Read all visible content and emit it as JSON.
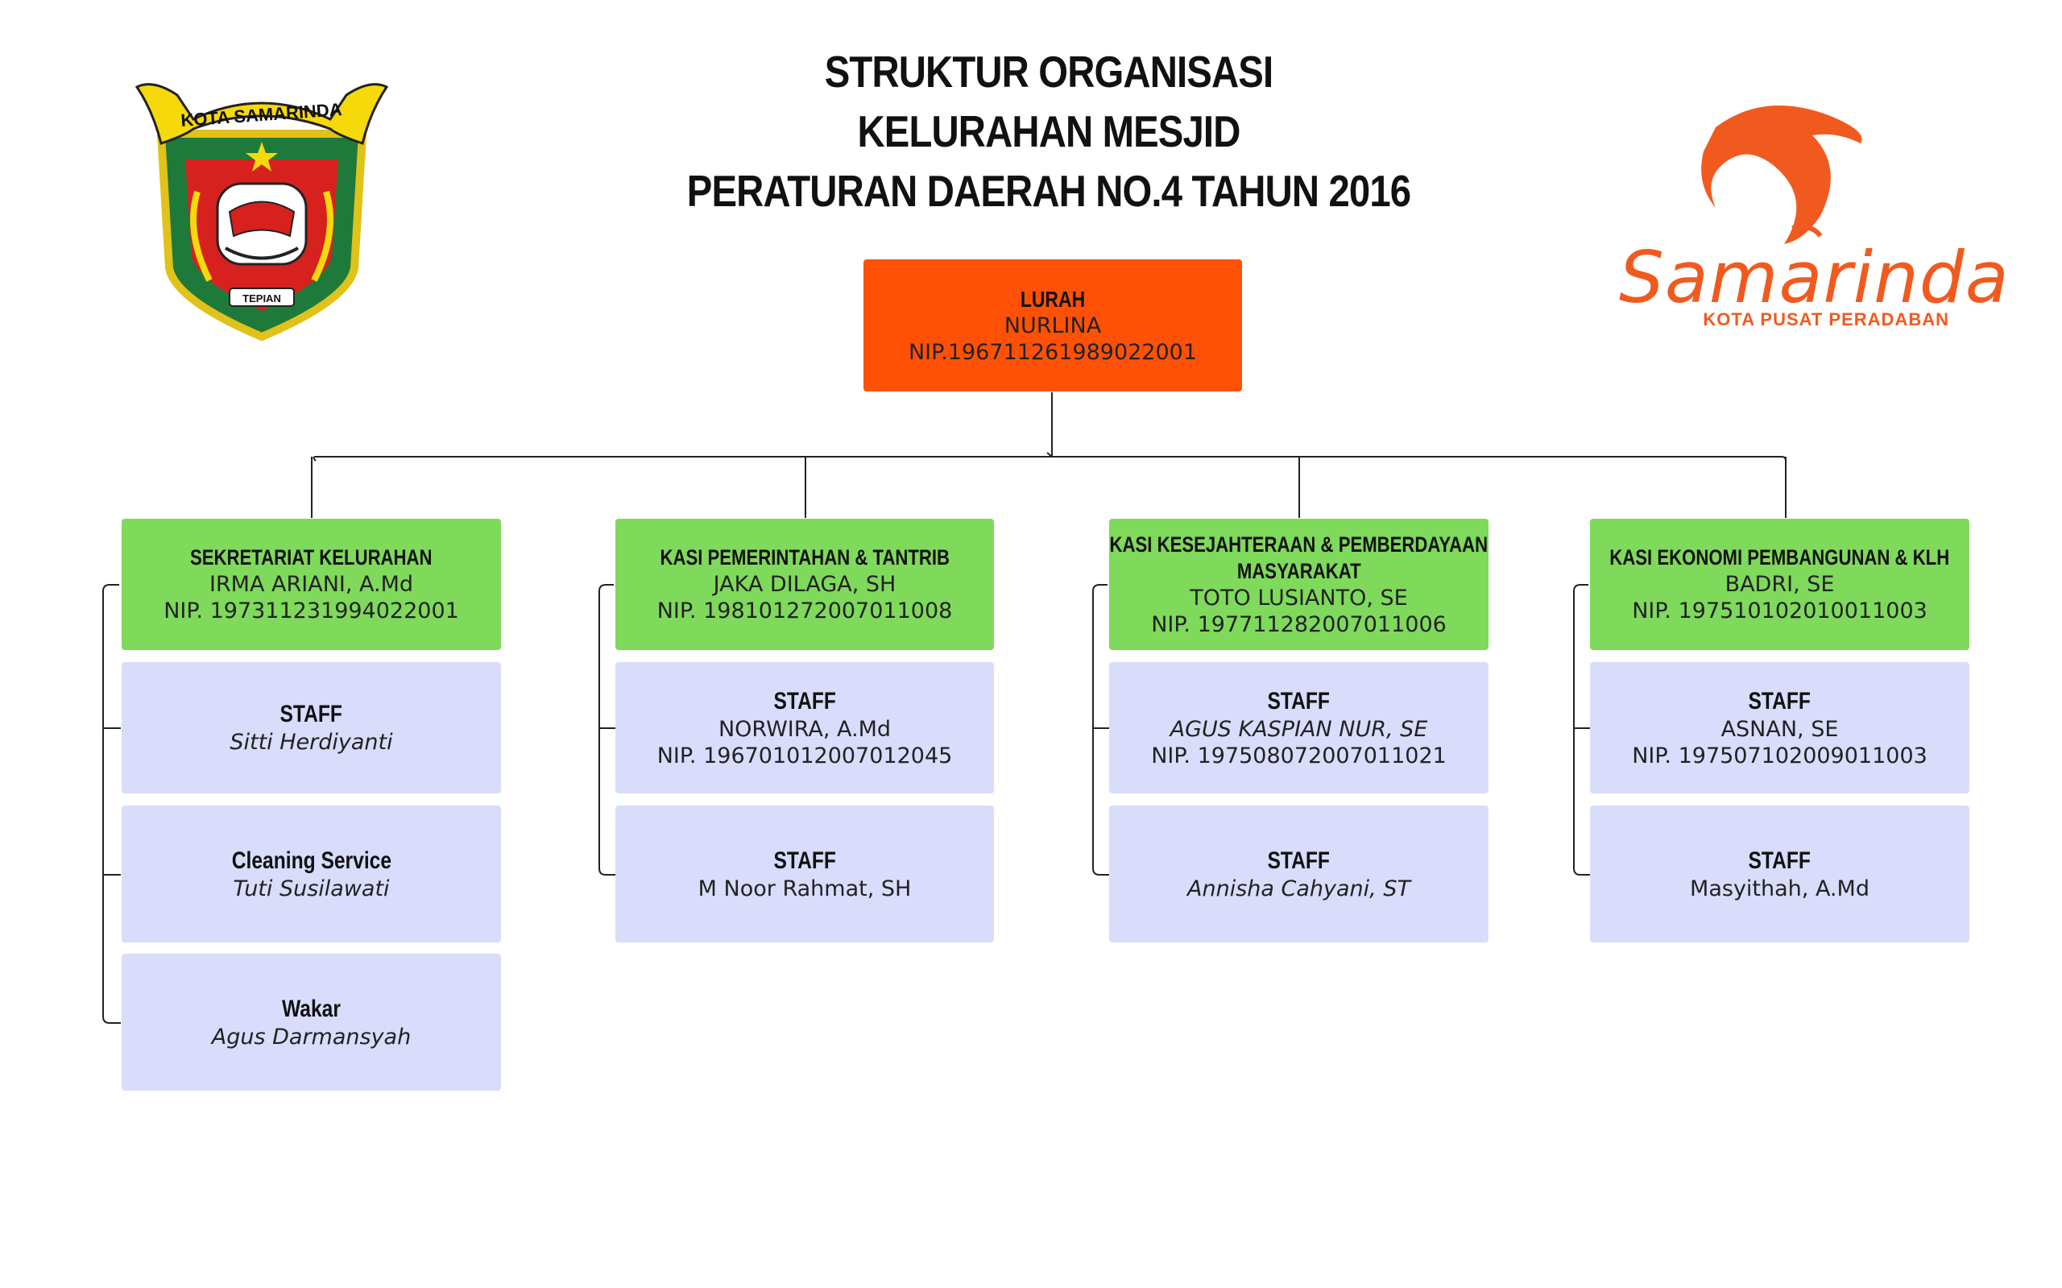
{
  "title": {
    "line1": "STRUKTUR ORGANISASI",
    "line2": "KELURAHAN MESJID",
    "line3": "PERATURAN DAERAH NO.4 TAHUN 2016"
  },
  "logos": {
    "left": {
      "ribbon_text": "KOTA SAMARINDA",
      "bottom_text": "TEPIAN",
      "icon": "kota-samarinda-emblem-icon"
    },
    "right": {
      "word": "Samarinda",
      "tagline": "KOTA PUSAT PERADABAN",
      "icon": "pesut-dolphin-icon"
    }
  },
  "colors": {
    "head": "#ff5106",
    "division": "#7fd95b",
    "staff": "#d9dcfb",
    "logo_orange": "#f15a1f"
  },
  "lurah": {
    "role": "LURAH",
    "name": "NURLINA",
    "nip": "NIP.196711261989022001"
  },
  "divisions": [
    {
      "role": "SEKRETARIAT KELURAHAN",
      "name": "IRMA ARIANI, A.Md",
      "nip": "NIP. 197311231994022001",
      "staff": [
        {
          "role": "STAFF",
          "name": "Sitti Herdiyanti"
        },
        {
          "role": "Cleaning Service",
          "name": "Tuti Susilawati"
        },
        {
          "role": "Wakar",
          "name": "Agus Darmansyah"
        }
      ]
    },
    {
      "role": "KASI PEMERINTAHAN & TANTRIB",
      "name": "JAKA DILAGA, SH",
      "nip": "NIP. 198101272007011008",
      "staff": [
        {
          "role": "STAFF",
          "name": "NORWIRA, A.Md",
          "nip": "NIP. 196701012007012045"
        },
        {
          "role": "STAFF",
          "name": "M Noor Rahmat, SH"
        }
      ]
    },
    {
      "role_line1": "KASI KESEJAHTERAAN & PEMBERDAYAAN",
      "role_line2": "MASYARAKAT",
      "name": "TOTO LUSIANTO, SE",
      "nip": "NIP. 197711282007011006",
      "staff": [
        {
          "role": "STAFF",
          "name": "AGUS KASPIAN NUR, SE",
          "nip": "NIP. 197508072007011021"
        },
        {
          "role": "STAFF",
          "name": "Annisha Cahyani, ST"
        }
      ]
    },
    {
      "role": "KASI EKONOMI PEMBANGUNAN & KLH",
      "name": "BADRI, SE",
      "nip": "NIP. 197510102010011003",
      "staff": [
        {
          "role": "STAFF",
          "name": "ASNAN, SE",
          "nip": "NIP. 197507102009011003"
        },
        {
          "role": "STAFF",
          "name": "Masyithah, A.Md"
        }
      ]
    }
  ]
}
